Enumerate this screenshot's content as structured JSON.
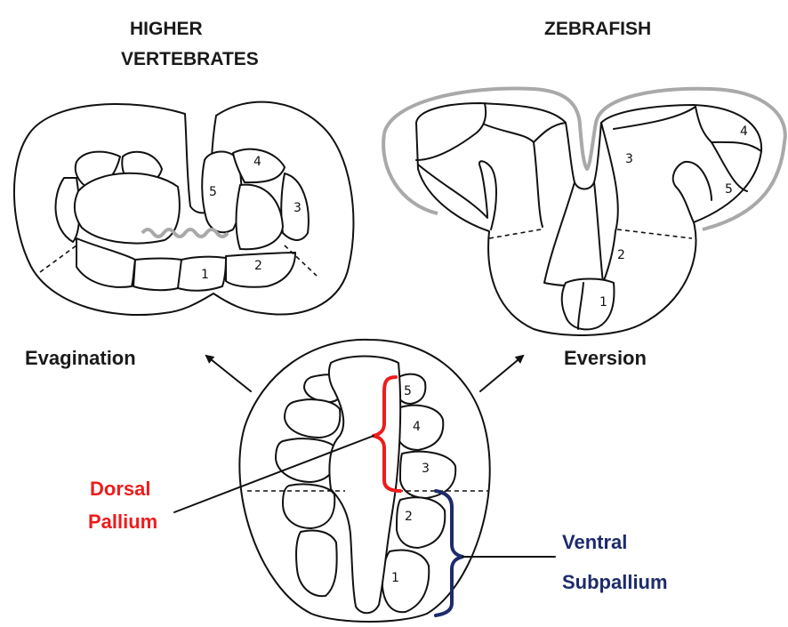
{
  "headings": {
    "higher_line1": "HIGHER",
    "higher_line2": "VERTEBRATES",
    "zebrafish": "ZEBRAFISH"
  },
  "processes": {
    "left": "Evagination",
    "right": "Eversion"
  },
  "labels": {
    "dorsal_line1": "Dorsal",
    "dorsal_line2": "Pallium",
    "ventral_line1": "Ventral",
    "ventral_line2": "Subpallium"
  },
  "region_numbers": [
    "1",
    "2",
    "3",
    "4",
    "5"
  ],
  "colors": {
    "dorsal": "#ee1c1c",
    "ventral": "#1d2b6b",
    "membrane": "#a9a9a9",
    "outline": "#111111"
  }
}
